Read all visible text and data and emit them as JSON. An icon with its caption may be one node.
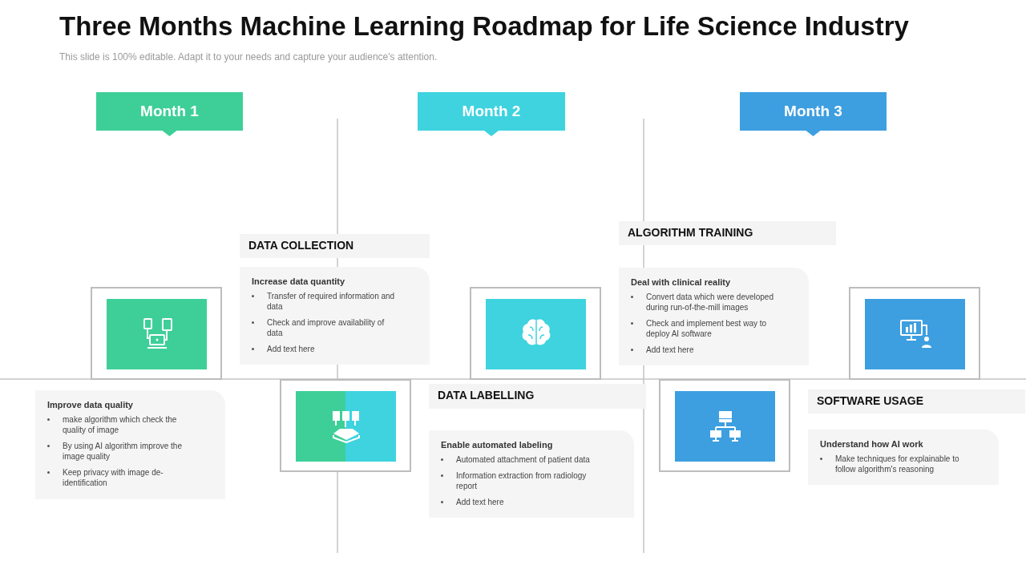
{
  "diagram": {
    "title": "Three Months Machine Learning Roadmap for Life Science Industry",
    "nodes": [
      {
        "text": [
          "Month 1"
        ]
      },
      {
        "text": [
          "Month 2"
        ]
      },
      {
        "text": [
          "Month 3"
        ]
      },
      {
        "text": [
          "ALGORITHM TRAINING"
        ]
      },
      {
        "text": [
          "DATA COLLECTION"
        ]
      },
      {
        "text": [
          "Increase data quantity",
          "Transfer of required information and data",
          "Check and improve availability of data",
          "Add text here"
        ]
      },
      {
        "text": [
          "Deal with clinical reality",
          "Convert data which were developed during run-of-the-mill images",
          "Check and implement  best way to deploy AI software",
          "Add text here"
        ]
      },
      {
        "text": [],
        "shape": "box"
      },
      {
        "text": [],
        "shape": "box"
      },
      {
        "text": [],
        "shape": "box"
      },
      {
        "text": [
          "DATA LABELLING"
        ]
      },
      {
        "text": [
          "SOFTWARE USAGE"
        ]
      },
      {
        "text": [],
        "shape": "box"
      },
      {
        "text": [],
        "shape": "box"
      },
      {
        "text": [
          "Improve data quality",
          "make algorithm which check the quality of image",
          "By using AI algorithm improve the image quality",
          "Keep privacy with image de-identification"
        ]
      },
      {
        "text": [
          "Understand how AI work",
          "Make techniques for explainable to follow algorithm's reasoning"
        ]
      },
      {
        "text": [
          "Enable automated labeling",
          "Automated attachment of patient data",
          "Information extraction from radiology report",
          "Add text here"
        ]
      }
    ],
    "labels": [
      "This slide is 100% editable. Adapt it to your needs and capture your audience's attention."
    ]
  }
}
